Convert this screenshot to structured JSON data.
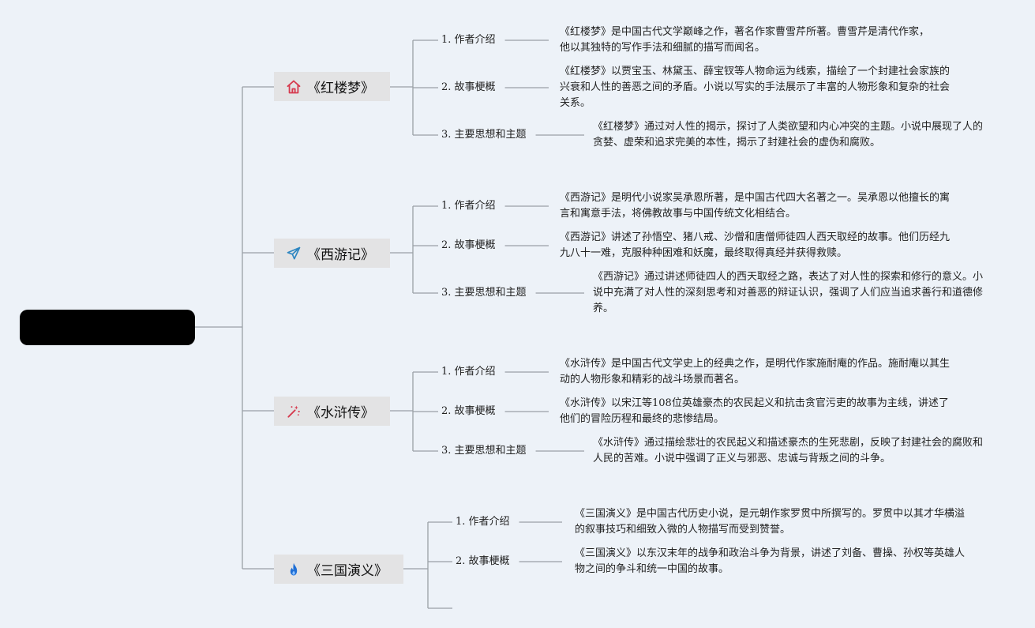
{
  "root": {
    "label": ""
  },
  "books": [
    {
      "title": "《红楼梦》",
      "icon": "house-icon",
      "color": "#d63a4e",
      "topics": [
        {
          "label": "1. 作者介绍",
          "text": "《红楼梦》是中国古代文学巅峰之作，著名作家曹雪芹所著。曹雪芹是清代作家，他以其独特的写作手法和细腻的描写而闻名。"
        },
        {
          "label": "2. 故事梗概",
          "text": "《红楼梦》以贾宝玉、林黛玉、薛宝钗等人物命运为线索，描绘了一个封建社会家族的兴衰和人性的善恶之间的矛盾。小说以写实的手法展示了丰富的人物形象和复杂的社会关系。"
        },
        {
          "label": "3. 主要思想和主题",
          "text": "《红楼梦》通过对人性的揭示，探讨了人类欲望和内心冲突的主题。小说中展现了人的贪婪、虚荣和追求完美的本性，揭示了封建社会的虚伪和腐败。"
        }
      ]
    },
    {
      "title": "《西游记》",
      "icon": "paper-plane-icon",
      "color": "#2e86c1",
      "topics": [
        {
          "label": "1. 作者介绍",
          "text": "《西游记》是明代小说家吴承恩所著，是中国古代四大名著之一。吴承恩以他擅长的寓言和寓意手法，将佛教故事与中国传统文化相结合。"
        },
        {
          "label": "2. 故事梗概",
          "text": "《西游记》讲述了孙悟空、猪八戒、沙僧和唐僧师徒四人西天取经的故事。他们历经九九八十一难，克服种种困难和妖魔，最终取得真经并获得救赎。"
        },
        {
          "label": "3. 主要思想和主题",
          "text": "《西游记》通过讲述师徒四人的西天取经之路，表达了对人性的探索和修行的意义。小说中充满了对人性的深刻思考和对善恶的辩证认识，强调了人们应当追求善行和道德修养。"
        }
      ]
    },
    {
      "title": "《水浒传》",
      "icon": "magic-wand-icon",
      "color": "#d63a4e",
      "topics": [
        {
          "label": "1. 作者介绍",
          "text": "《水浒传》是中国古代文学史上的经典之作，是明代作家施耐庵的作品。施耐庵以其生动的人物形象和精彩的战斗场景而著名。"
        },
        {
          "label": "2. 故事梗概",
          "text": "《水浒传》以宋江等108位英雄豪杰的农民起义和抗击贪官污吏的故事为主线，讲述了他们的冒险历程和最终的悲惨结局。"
        },
        {
          "label": "3. 主要思想和主题",
          "text": "《水浒传》通过描绘悲壮的农民起义和描述豪杰的生死悲剧，反映了封建社会的腐败和人民的苦难。小说中强调了正义与邪恶、忠诚与背叛之间的斗争。"
        }
      ]
    },
    {
      "title": "《三国演义》",
      "icon": "flame-icon",
      "color": "#1f6fd6",
      "topics": [
        {
          "label": "1. 作者介绍",
          "text": "《三国演义》是中国古代历史小说，是元朝作家罗贯中所撰写的。罗贯中以其才华横溢的叙事技巧和细致入微的人物描写而受到赞誉。"
        },
        {
          "label": "2. 故事梗概",
          "text": "《三国演义》以东汉末年的战争和政治斗争为背景，讲述了刘备、曹操、孙权等英雄人物之间的争斗和统一中国的故事。"
        }
      ]
    }
  ]
}
